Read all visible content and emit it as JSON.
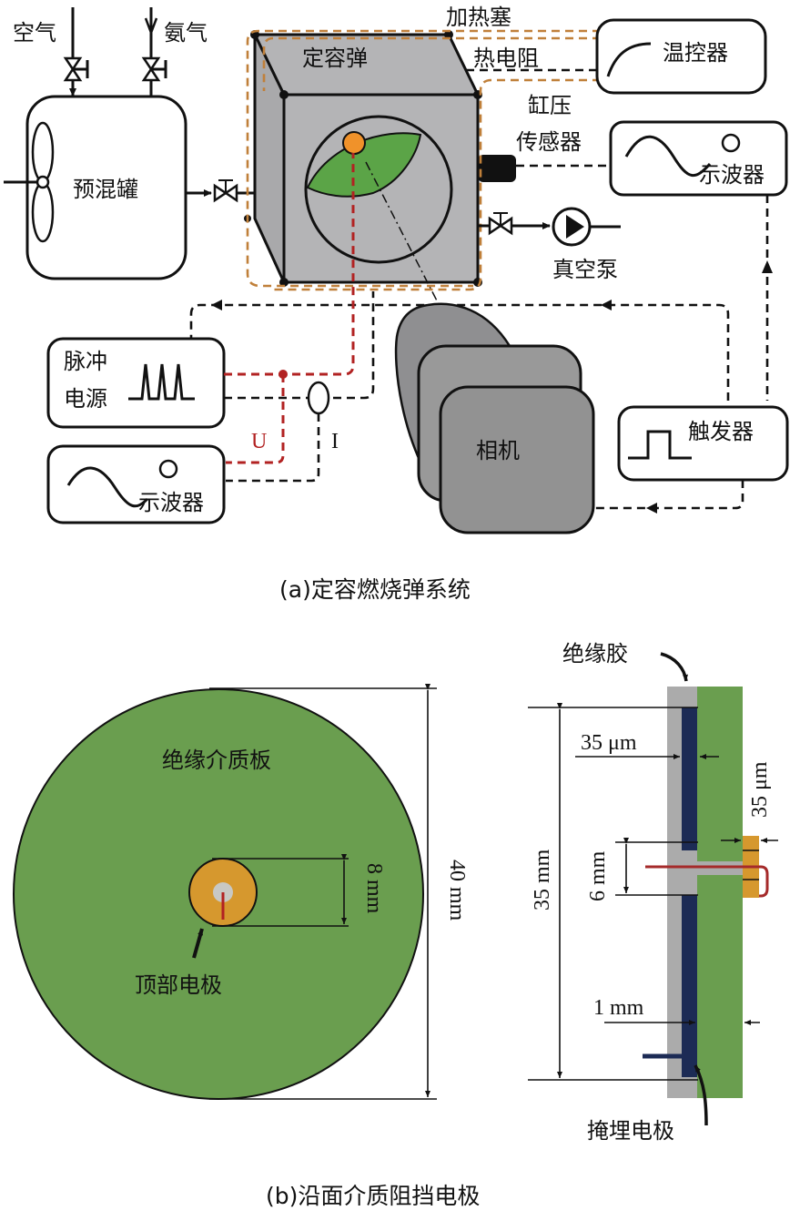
{
  "part_a": {
    "caption": "(a)定容燃烧弹系统",
    "labels": {
      "air": "空气",
      "ammonia": "氨气",
      "premix_tank": "预混罐",
      "bomb": "定容弹",
      "heating_plug": "加热塞",
      "thermistor": "热电阻",
      "temp_controller": "温控器",
      "pressure_sensor_1": "缸压",
      "pressure_sensor_2": "传感器",
      "oscilloscope": "示波器",
      "vacuum_pump": "真空泵",
      "pulse_power_1": "脉冲",
      "pulse_power_2": "电源",
      "voltage": "U",
      "current": "I",
      "oscilloscope_2": "示波器",
      "camera": "相机",
      "trigger": "触发器"
    }
  },
  "part_b": {
    "caption": "(b)沿面介质阻挡电极",
    "labels": {
      "dielectric_plate": "绝缘介质板",
      "top_electrode": "顶部电极",
      "dim_8mm": "8 mm",
      "dim_40mm": "40 mm",
      "insulating_glue": "绝缘胶",
      "dim_35um_a": "35 μm",
      "dim_35um_b": "35 μm",
      "dim_35mm": "35 mm",
      "dim_6mm": "6 mm",
      "dim_1mm": "1 mm",
      "buried_electrode": "掩埋电极"
    }
  },
  "colors": {
    "bomb_gray": "#b4b4b6",
    "flame_green": "#5ba447",
    "spark_orange": "#f0922a",
    "plate_green": "#6a9e4f",
    "electrode_gold": "#d6982e",
    "electrode_blue": "#1c2b55",
    "glue_gray": "#ababab",
    "signal_red": "#b22222",
    "heater_brown": "#c0803a"
  }
}
